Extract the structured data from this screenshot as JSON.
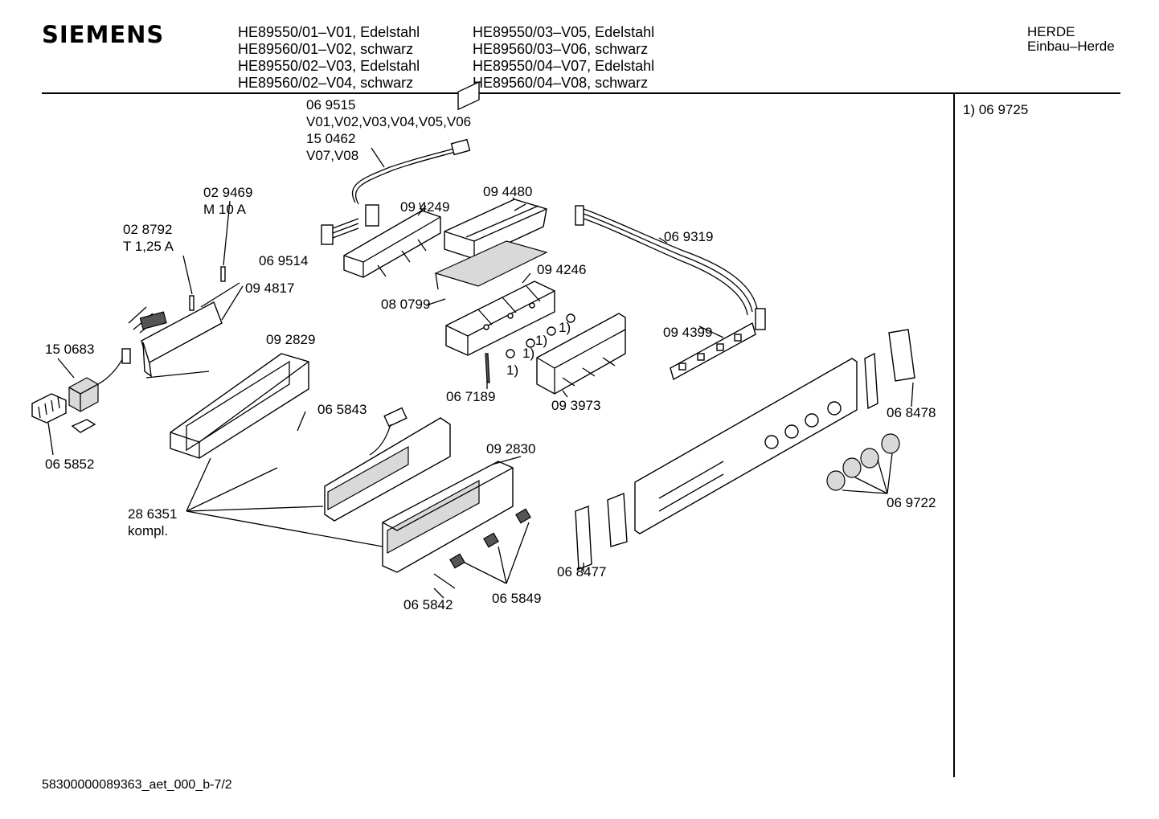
{
  "header": {
    "brand": "SIEMENS",
    "models_col1": [
      "HE89550/01–V01, Edelstahl",
      "HE89560/01–V02, schwarz",
      "HE89550/02–V03, Edelstahl",
      "HE89560/02–V04, schwarz"
    ],
    "models_col2": [
      "HE89550/03–V05, Edelstahl",
      "HE89560/03–V06, schwarz",
      "HE89550/04–V07, Edelstahl",
      "HE89560/04–V08, schwarz"
    ],
    "category": "HERDE",
    "subcategory": "Einbau–Herde"
  },
  "note": "1) 06 9725",
  "parts": {
    "p069515": "06 9515",
    "p069515_variants": "V01,V02,V03,V04,V05,V06",
    "p150462": "15 0462",
    "p150462_variants": "V07,V08",
    "p029469": "02 9469",
    "p029469_spec": "M 10 A",
    "p028792": "02 8792",
    "p028792_spec": "T 1,25 A",
    "p094817": "09 4817",
    "p069514": "06 9514",
    "p094249": "09 4249",
    "p094480": "09 4480",
    "p069319": "06 9319",
    "p094246": "09 4246",
    "p080799": "08 0799",
    "p150683": "15 0683",
    "p092829": "09 2829",
    "p094399": "09 4399",
    "ref1a": "1)",
    "ref1b": "1)",
    "ref1c": "1)",
    "ref1d": "1)",
    "p067189": "06 7189",
    "p093973": "09 3973",
    "p068478": "06 8478",
    "p065843": "06 5843",
    "p065852": "06 5852",
    "p092830": "09 2830",
    "p069722": "06 9722",
    "p286351": "28 6351",
    "p286351_note": "kompl.",
    "p068477": "06 8477",
    "p065842": "06 5842",
    "p065849": "06 5849"
  },
  "footer": "58300000089363_aet_000_b-7/2"
}
